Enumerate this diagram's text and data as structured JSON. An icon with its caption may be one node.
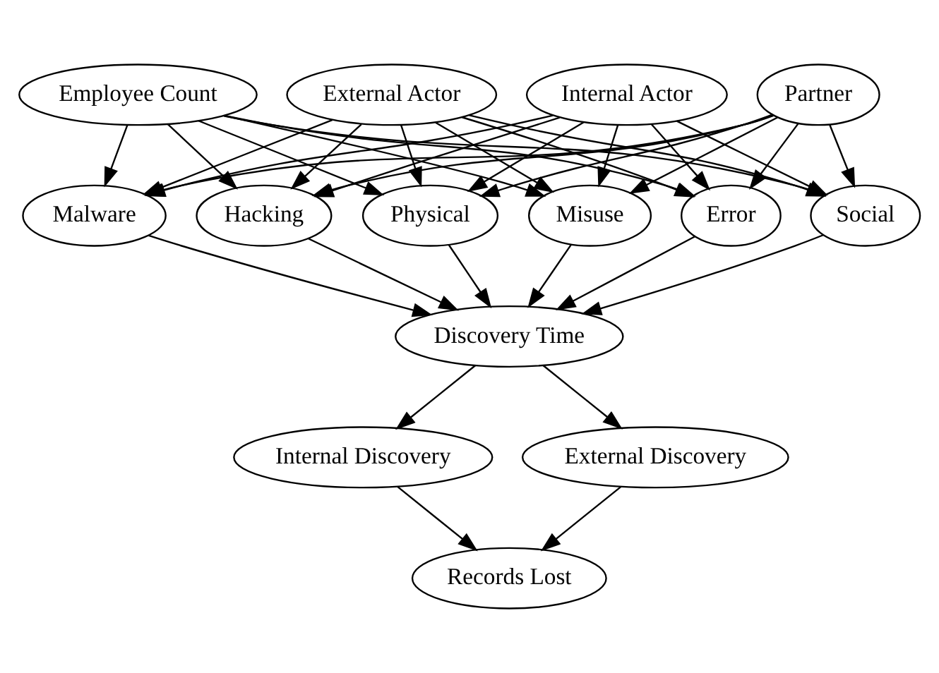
{
  "diagram": {
    "nodes": [
      {
        "text": [
          "Internal Actor"
        ]
      },
      {
        "text": [
          "Partner"
        ]
      },
      {
        "text": [
          "Employee Count"
        ]
      },
      {
        "text": [
          "External Actor"
        ]
      },
      {
        "text": [
          "Malware"
        ]
      },
      {
        "text": [
          "Hacking"
        ]
      },
      {
        "text": [
          "Physical"
        ]
      },
      {
        "text": [
          "Misuse"
        ]
      },
      {
        "text": [
          "Error"
        ]
      },
      {
        "text": [
          "Social"
        ]
      },
      {
        "text": [
          "Discovery Time"
        ]
      },
      {
        "text": [
          "Internal Discovery"
        ]
      },
      {
        "text": [
          "External Discovery"
        ]
      },
      {
        "text": [
          "Records Lost"
        ]
      }
    ],
    "edges": [
      {
        "from": 0,
        "to": 4,
        "arrow": "to"
      },
      {
        "from": 0,
        "to": 5,
        "arrow": "to"
      },
      {
        "from": 0,
        "to": 6,
        "arrow": "to"
      },
      {
        "from": 0,
        "to": 7,
        "arrow": "to"
      },
      {
        "from": 0,
        "to": 8,
        "arrow": "to"
      },
      {
        "from": 0,
        "to": 9,
        "arrow": "to"
      },
      {
        "from": 1,
        "to": 4,
        "arrow": "to"
      },
      {
        "from": 1,
        "to": 5,
        "arrow": "to"
      },
      {
        "from": 1,
        "to": 6,
        "arrow": "to"
      },
      {
        "from": 1,
        "to": 7,
        "arrow": "to"
      },
      {
        "from": 1,
        "to": 8,
        "arrow": "to"
      },
      {
        "from": 1,
        "to": 9,
        "arrow": "to"
      },
      {
        "from": 2,
        "to": 4,
        "arrow": "to"
      },
      {
        "from": 2,
        "to": 5,
        "arrow": "to"
      },
      {
        "from": 2,
        "to": 6,
        "arrow": "to"
      },
      {
        "from": 2,
        "to": 7,
        "arrow": "to"
      },
      {
        "from": 2,
        "to": 8,
        "arrow": "to"
      },
      {
        "from": 2,
        "to": 9,
        "arrow": "to"
      },
      {
        "from": 3,
        "to": 4,
        "arrow": "to"
      },
      {
        "from": 3,
        "to": 5,
        "arrow": "to"
      },
      {
        "from": 3,
        "to": 6,
        "arrow": "to"
      },
      {
        "from": 3,
        "to": 7,
        "arrow": "to"
      },
      {
        "from": 3,
        "to": 8,
        "arrow": "to"
      },
      {
        "from": 3,
        "to": 9,
        "arrow": "to"
      },
      {
        "from": 4,
        "to": 10,
        "arrow": "to"
      },
      {
        "from": 5,
        "to": 10,
        "arrow": "to"
      },
      {
        "from": 6,
        "to": 10,
        "arrow": "to"
      },
      {
        "from": 7,
        "to": 10,
        "arrow": "to"
      },
      {
        "from": 8,
        "to": 10,
        "arrow": "to"
      },
      {
        "from": 9,
        "to": 10,
        "arrow": "to"
      },
      {
        "from": 10,
        "to": 11,
        "arrow": "to"
      },
      {
        "from": 10,
        "to": 12,
        "arrow": "to"
      },
      {
        "from": 11,
        "to": 13,
        "arrow": "to"
      },
      {
        "from": 12,
        "to": 13,
        "arrow": "to"
      }
    ]
  }
}
